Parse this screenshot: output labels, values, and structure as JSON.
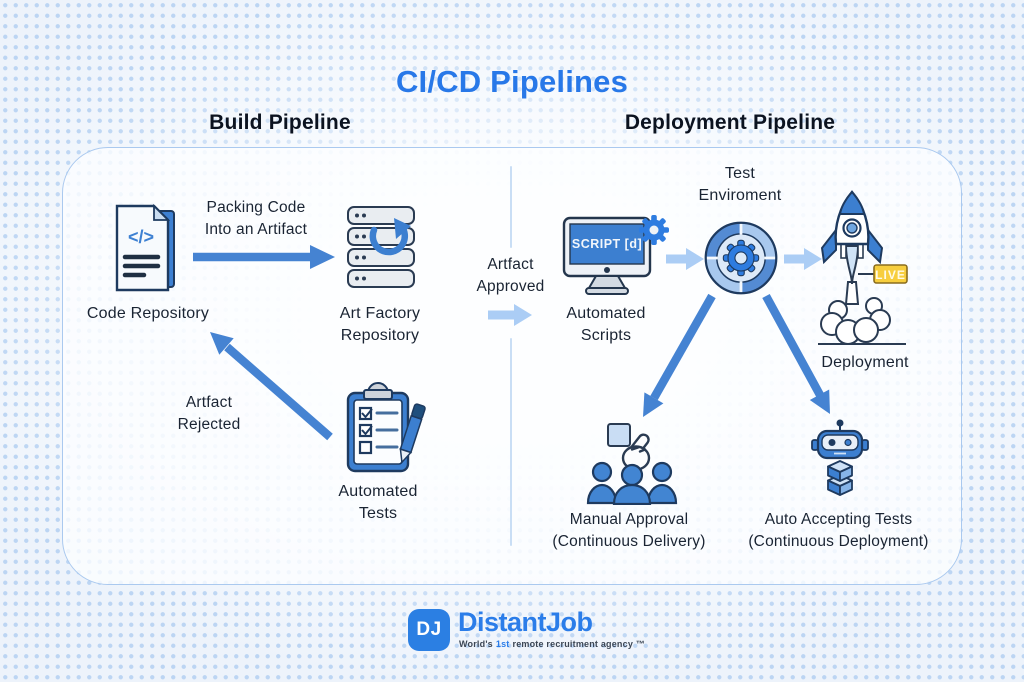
{
  "title": "CI/CD Pipelines",
  "headers": {
    "build": "Build Pipeline",
    "deployment": "Deployment Pipeline"
  },
  "nodes": {
    "code_repository": {
      "label": "Code Repository",
      "glyph": "</>"
    },
    "art_factory_repository": {
      "line1": "Art Factory",
      "line2": "Repository"
    },
    "automated_tests": {
      "line1": "Automated",
      "line2": "Tests"
    },
    "automated_scripts": {
      "line1": "Automated",
      "line2": "Scripts",
      "screen_text": "SCRIPT [d]"
    },
    "test_environment": {
      "line1": "Test",
      "line2": "Enviroment"
    },
    "deployment": {
      "label": "Deployment",
      "badge": "LIVE"
    },
    "manual_approval": {
      "line1": "Manual Approval",
      "line2": "(Continuous Delivery)"
    },
    "auto_accepting_tests": {
      "line1": "Auto Accepting Tests",
      "line2": "(Continuous Deployment)"
    }
  },
  "edges": {
    "packing_code": {
      "line1": "Packing Code",
      "line2": "Into an Artifact"
    },
    "artifact_approved": {
      "line1": "Artfact",
      "line2": "Approved"
    },
    "artifact_rejected": {
      "line1": "Artfact",
      "line2": "Rejected"
    }
  },
  "footer": {
    "monogram": "DJ",
    "brand": "DistantJob",
    "tagline_pre": "World's",
    "tagline_highlight": "1st",
    "tagline_post": "remote recruitment agency ™"
  },
  "colors": {
    "title_blue": "#2878e8",
    "arrow_dark": "#4583d2",
    "arrow_light": "#abcdf5",
    "icon_blue": "#3c7fd0",
    "badge_yellow": "#f7ce3e",
    "container_border": "#aac9ef",
    "background": "#edf3fb"
  }
}
